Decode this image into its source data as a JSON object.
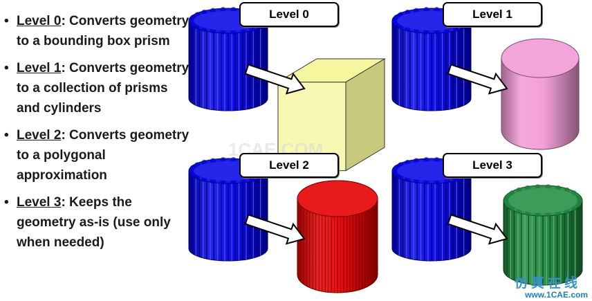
{
  "bullets": [
    {
      "level": "Level 0",
      "rest": ":  Converts geometry to a bounding box prism"
    },
    {
      "level": "Level 1",
      "rest": ":  Converts geometry to a collection of prisms and cylinders"
    },
    {
      "level": "Level 2",
      "rest": ":  Converts geometry to a polygonal approximation"
    },
    {
      "level": "Level 3",
      "rest": ":  Keeps the geometry as-is (use only when needed)"
    }
  ],
  "panels": [
    {
      "label": "Level 0",
      "result": "box",
      "result_color": "#f5f59a"
    },
    {
      "label": "Level 1",
      "result": "cylinder",
      "result_color": "#f29ad6"
    },
    {
      "label": "Level 2",
      "result": "faceted-cylinder",
      "result_color": "#e60000"
    },
    {
      "label": "Level 3",
      "result": "fluted-cylinder",
      "result_color": "#1c8a3c"
    }
  ],
  "source_color": "#0000e6",
  "watermark": {
    "site": "www.1CAE.com",
    "chinese": "仿真在线",
    "faint": "1CAE.COM"
  }
}
